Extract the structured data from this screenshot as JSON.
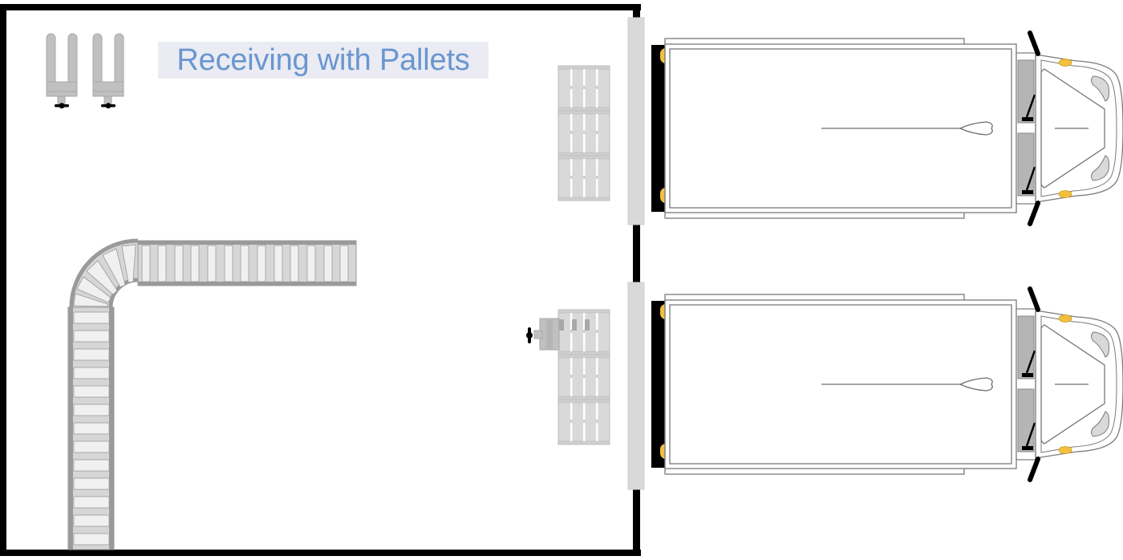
{
  "diagram": {
    "title": "Receiving with Pallets",
    "type": "warehouse-floor-plan",
    "colors": {
      "wall": "#000000",
      "title_text": "#6a96cf",
      "title_background": "#eaebf3",
      "equipment_gray": "#c0c0c0",
      "pallet_gray": "#d9d9d9",
      "dock_plate": "#d9d9d9",
      "marker_lights": "#f2c03c"
    },
    "elements": {
      "pallet_jacks_parked": 2,
      "dock_doors": 2,
      "trucks": 2,
      "pallets_per_dock": 3,
      "conveyor": "L-shaped roller conveyor with 90-degree curve",
      "pallet_jack_in_use": 1
    }
  }
}
